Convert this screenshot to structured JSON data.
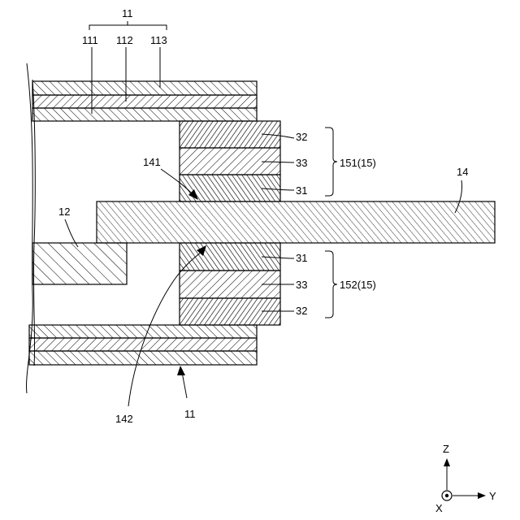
{
  "labels": {
    "film_group_top": "11",
    "layer_111": "111",
    "layer_112": "112",
    "layer_113": "113",
    "film_group_bottom": "11",
    "conductor_12": "12",
    "tab_14": "14",
    "interface_141": "141",
    "interface_142": "142",
    "upper_sealant": "151(15)",
    "lower_sealant": "152(15)",
    "upper_32": "32",
    "upper_33": "33",
    "upper_31": "31",
    "lower_31": "31",
    "lower_33": "33",
    "lower_32": "32"
  },
  "axes": {
    "z": "Z",
    "y": "Y",
    "x": "X"
  }
}
